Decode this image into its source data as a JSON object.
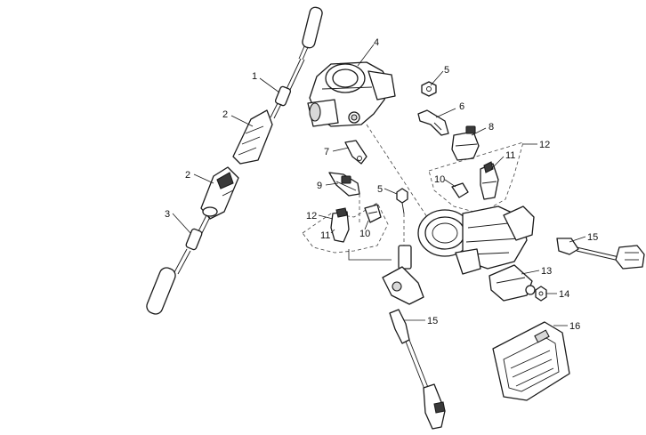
{
  "callouts": {
    "c1": "1",
    "c2a": "2",
    "c2b": "2",
    "c3": "3",
    "c4": "4",
    "c5a": "5",
    "c5b": "5",
    "c6": "6",
    "c7": "7",
    "c8": "8",
    "c9": "9",
    "c10a": "10",
    "c10b": "10",
    "c11a": "11",
    "c11b": "11",
    "c12a": "12",
    "c12b": "12",
    "c13": "13",
    "c14": "14",
    "c15a": "15",
    "c15b": "15",
    "c16": "16"
  }
}
